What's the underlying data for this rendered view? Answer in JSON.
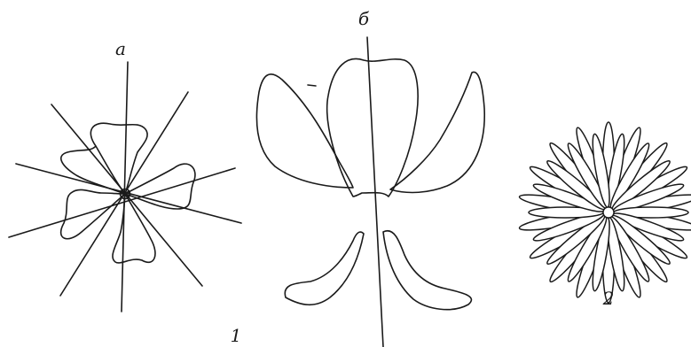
{
  "labels": {
    "fig1": "1",
    "fig1a": "а",
    "fig1b": "б",
    "fig2": "2"
  },
  "colors": {
    "ink": "#1a1a1a",
    "background": "#ffffff"
  }
}
